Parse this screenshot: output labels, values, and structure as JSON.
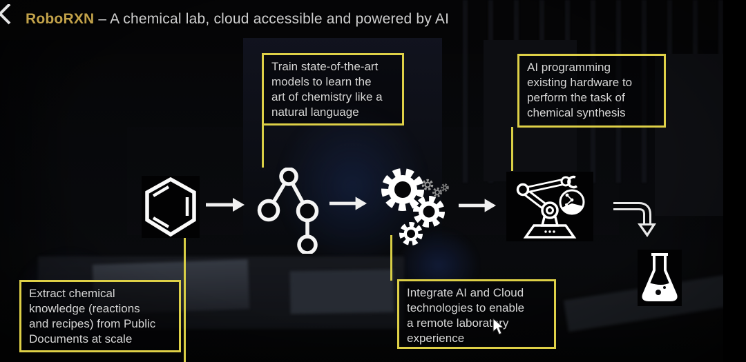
{
  "slide": {
    "title": {
      "brand": "RoboRXN",
      "rest": " – A chemical lab, cloud accessible and powered by AI"
    },
    "callouts": {
      "train": {
        "text": "Train state-of-the-art\nmodels to learn the\nart of chemistry like a\nnatural language"
      },
      "ai_programming": {
        "text": "AI programming\nexisting hardware to\nperform the task of\nchemical synthesis"
      },
      "extract": {
        "text": "Extract chemical\nknowledge (reactions\nand recipes) from Public\nDocuments at scale"
      },
      "integrate": {
        "text": "Integrate AI and Cloud\ntechnologies to enable\na remote laboratory\nexperience"
      }
    },
    "flow_icons": [
      "benzene-molecule-icon",
      "flow-arrow-icon",
      "decision-tree-icon",
      "flow-arrow-icon",
      "gears-icon",
      "flow-arrow-icon",
      "robot-arm-icon",
      "curved-arrow-icon",
      "flask-icon"
    ],
    "colors": {
      "accent_yellow": "#ded047",
      "title_gold": "#c2a24a",
      "text_light": "#d6d6d6",
      "background": "#07080a"
    }
  }
}
